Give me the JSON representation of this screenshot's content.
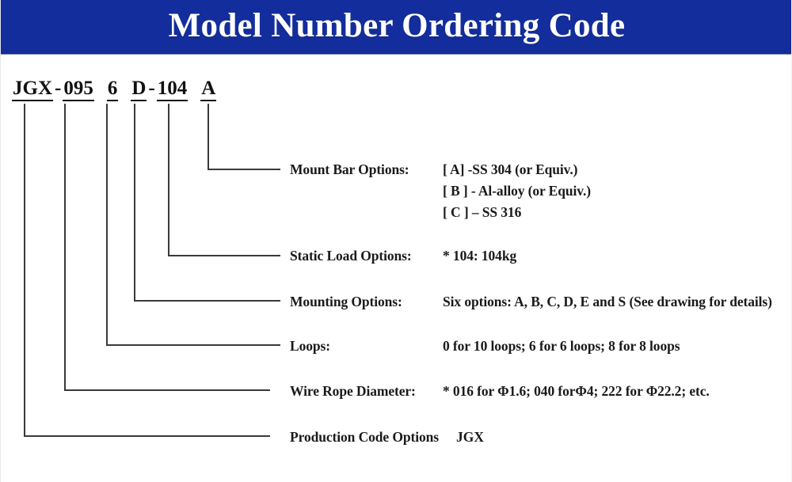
{
  "header": {
    "title": "Model Number Ordering Code",
    "background_color": "#132d9c",
    "text_color": "#ffffff"
  },
  "model_code": {
    "full": "JGX - 095 6 D - 104 A",
    "segments": [
      {
        "id": "production-code",
        "text": "JGX"
      },
      {
        "id": "wire-rope-diameter",
        "text": "095"
      },
      {
        "id": "loops",
        "text": "6"
      },
      {
        "id": "mounting",
        "text": "D"
      },
      {
        "id": "static-load",
        "text": "104"
      },
      {
        "id": "mount-bar",
        "text": "A"
      }
    ],
    "dash": "-"
  },
  "specs": [
    {
      "id": "mount-bar-options",
      "label": "Mount Bar Options:",
      "values": [
        "[ A] -SS 304 (or Equiv.)",
        "[ B ] - Al-alloy (or Equiv.)",
        "[ C ] – SS 316"
      ]
    },
    {
      "id": "static-load-options",
      "label": "Static Load Options:",
      "values": [
        "* 104: 104kg"
      ]
    },
    {
      "id": "mounting-options",
      "label": "Mounting Options:",
      "values": [
        "Six options: A, B, C, D, E and S (See drawing for details)"
      ]
    },
    {
      "id": "loops",
      "label": "Loops:",
      "values": [
        "0 for 10 loops; 6 for 6 loops; 8 for 8 loops"
      ]
    },
    {
      "id": "wire-rope-diameter",
      "label": "Wire Rope Diameter:",
      "values": [
        "* 016 for Φ1.6; 040 forΦ4; 222 for Φ22.2; etc."
      ]
    },
    {
      "id": "production-code-options",
      "label": "Production Code Options",
      "values": [
        "JGX"
      ]
    }
  ],
  "colors": {
    "banner_blue": "#132d9c",
    "leader_line": "#3a3a3a",
    "text": "#1a1a1a",
    "page_background": "#ffffff"
  }
}
